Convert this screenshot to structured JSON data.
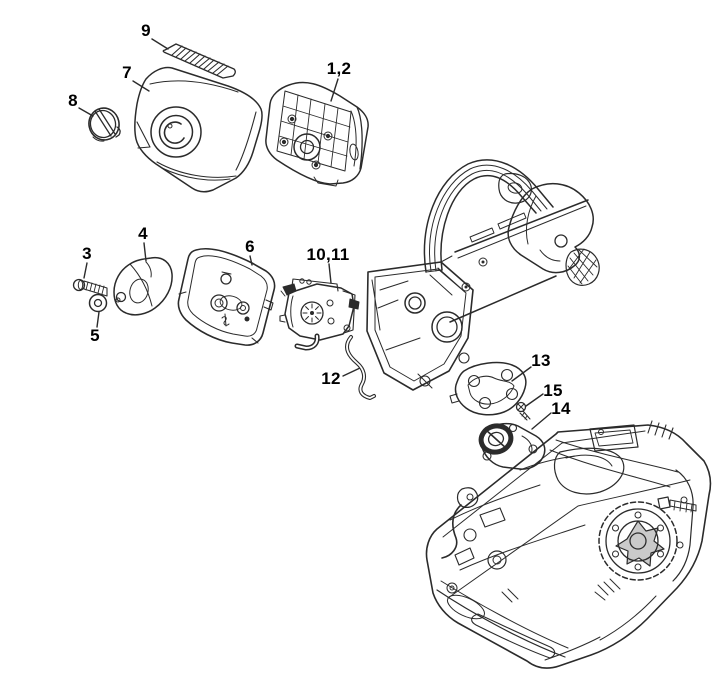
{
  "figure": {
    "type": "exploded-parts-diagram",
    "subject": "Chainsaw air filter, carburetor and engine assembly",
    "background_color": "#ffffff",
    "line_color": "#2b2b2b",
    "label_color": "#000000"
  },
  "callouts": [
    {
      "text": "9",
      "part": "cover-grille"
    },
    {
      "text": "7",
      "part": "air-filter-cover"
    },
    {
      "text": "8",
      "part": "cover-twist-lock"
    },
    {
      "text": "1,2",
      "part": "air-filter"
    },
    {
      "text": "4",
      "part": "baffle-cover"
    },
    {
      "text": "3",
      "part": "screw"
    },
    {
      "text": "6",
      "part": "air-filter-base"
    },
    {
      "text": "10,11",
      "part": "carburetor"
    },
    {
      "text": "5",
      "part": "washer"
    },
    {
      "text": "12",
      "part": "hose"
    },
    {
      "text": "13",
      "part": "spacer-flange"
    },
    {
      "text": "15",
      "part": "screw-small"
    },
    {
      "text": "14",
      "part": "intake-manifold"
    }
  ]
}
